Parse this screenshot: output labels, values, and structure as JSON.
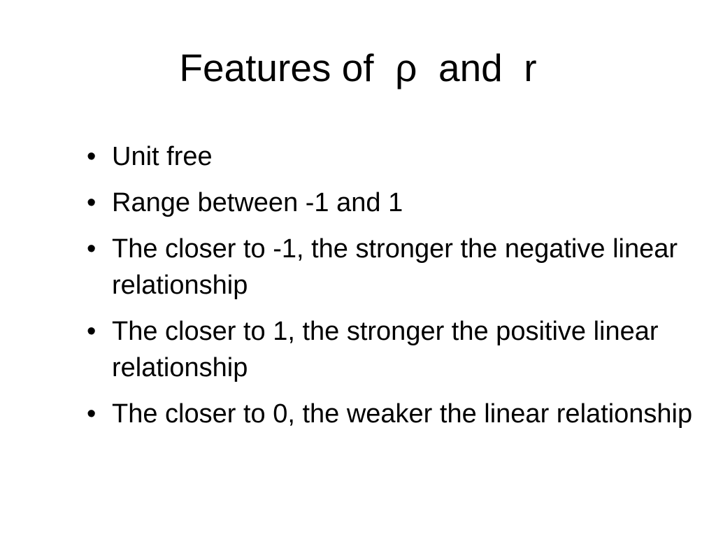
{
  "slide": {
    "title": "Features of  ρ  and  r",
    "bullet_symbol": "•",
    "bullets": [
      "Unit free",
      "Range between -1 and 1",
      "The closer to -1, the stronger the negative linear relationship",
      "The closer to 1, the stronger the positive linear relationship",
      "The closer to 0, the weaker the linear relationship"
    ]
  }
}
